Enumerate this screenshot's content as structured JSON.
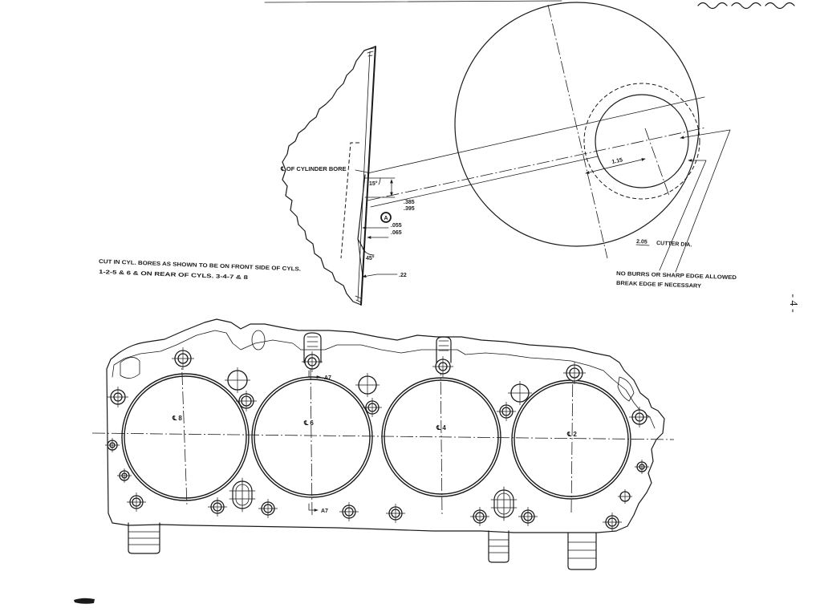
{
  "section_view": {
    "centerline_label": "℄ OF CYLINDER BORE",
    "angle_top": "15°",
    "dim_upper_a": ".385",
    "dim_upper_b": ".395",
    "callout": "A",
    "dim_lower_a": ".055",
    "dim_lower_b": ".065",
    "angle_bottom": "45°",
    "dim_depth": ".22"
  },
  "cutter_view": {
    "offset_dim": "1.15",
    "cutter_dia_value": "2.05",
    "cutter_dia_label": "CUTTER DIA.",
    "note_line_1": "NO BURRS OR SHARP EDGE ALLOWED",
    "note_line_2": "BREAK EDGE IF NECESSARY"
  },
  "instruction": {
    "line_1": "CUT IN CYL. BORES AS SHOWN TO BE ON FRONT SIDE OF CYLS.",
    "line_2": "1-2-5 & 6 & ON REAR OF CYLS. 3-4-7 & 8"
  },
  "deck": {
    "cylinder_labels": [
      "℄ 8",
      "℄ 6",
      "℄ 4",
      "℄ 2"
    ],
    "section_marks": [
      "A7",
      "A7"
    ]
  },
  "page_number": "- 4 -",
  "colors": {
    "ink": "#1a1a1a",
    "paper": "#ffffff"
  }
}
